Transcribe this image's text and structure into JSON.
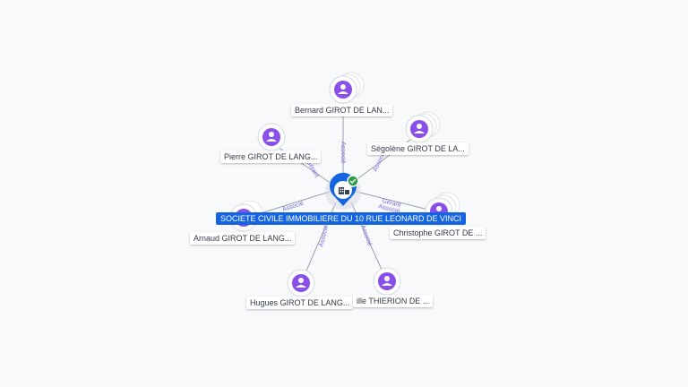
{
  "company": {
    "name": "SOCIETE CIVILE IMMOBILIERE DU 10 RUE LEONARD DE VINCI",
    "icon": "building-icon",
    "badge": "check-badge-icon",
    "pin_color": "#1565e0",
    "badge_color": "#2e9e48"
  },
  "person_icon": "person-icon",
  "person_color": "#8a4fe8",
  "people": [
    {
      "label": "Bernard GIROT DE LAN...",
      "role": "Associé"
    },
    {
      "label": "Ségolène GIROT DE LA...",
      "role": "Associé"
    },
    {
      "label": "Pierre GIROT DE LANG...",
      "role": "Gérant"
    },
    {
      "label": "Christophe GIROT DE ...",
      "role": "Gérant"
    },
    {
      "label": "Arnaud GIROT DE LANG...",
      "role": "Associé"
    },
    {
      "label": "Hugues GIROT DE LANG...",
      "role": "Associé"
    },
    {
      "label": "ille THIERION DE ...",
      "role": "Associé"
    }
  ],
  "extra_edge_labels": [
    "Associé"
  ]
}
